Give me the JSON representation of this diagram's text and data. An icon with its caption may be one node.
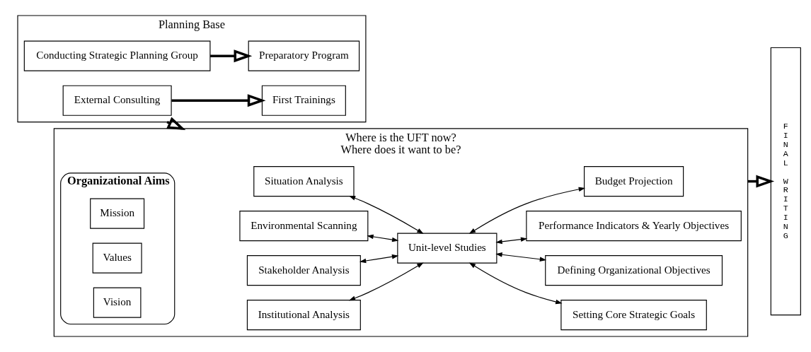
{
  "diagram": {
    "nodes": [
      {
        "text": [
          "Planning Base"
        ]
      },
      {
        "text": [
          "Conducting Strategic Planning Group"
        ],
        "in": 0
      },
      {
        "text": [
          "Preparatory Program"
        ],
        "in": 0
      },
      {
        "text": [
          "First Trainings"
        ],
        "in": 0
      },
      {
        "text": [
          "External Consulting"
        ],
        "in": 0
      },
      {
        "text": [
          "Where is the UFT now?",
          "Where does it want to be?"
        ]
      },
      {
        "text": [
          "Organizational Aims"
        ],
        "in": 5
      },
      {
        "text": [
          "Mission"
        ],
        "in": 6
      },
      {
        "text": [
          "Values"
        ],
        "in": 6
      },
      {
        "text": [
          "Vision"
        ],
        "in": 6
      },
      {
        "text": [
          "Situation Analysis"
        ],
        "in": 5
      },
      {
        "text": [
          "Environmental Scanning"
        ],
        "in": 5
      },
      {
        "text": [
          "Stakeholder Analysis"
        ],
        "in": 5
      },
      {
        "text": [
          "Institutional Analysis"
        ],
        "in": 5
      },
      {
        "text": [
          "Unit-level Studies"
        ],
        "in": 5
      },
      {
        "text": [
          "Setting Core Strategic Goals"
        ],
        "in": 5
      },
      {
        "text": [
          "Defining Organizational Objectives"
        ],
        "in": 5
      },
      {
        "text": [
          "Performance Indicators & Yearly Objectives"
        ],
        "in": 5
      },
      {
        "text": [
          "Budget Projection"
        ],
        "in": 5
      },
      {
        "text": [
          "FINAL WRITING"
        ]
      }
    ],
    "edges": [
      {
        "from": 1,
        "to": 2,
        "arrow": "to",
        "style": "thick"
      },
      {
        "from": 4,
        "to": 3,
        "arrow": "to",
        "style": "thick"
      },
      {
        "from": 0,
        "to": 5,
        "arrow": "to",
        "style": "thick"
      },
      {
        "from": 5,
        "to": 19,
        "arrow": "to",
        "style": "thick"
      },
      {
        "from": 10,
        "to": 14,
        "arrow": "both"
      },
      {
        "from": 11,
        "to": 14,
        "arrow": "both"
      },
      {
        "from": 12,
        "to": 14,
        "arrow": "both"
      },
      {
        "from": 13,
        "to": 14,
        "arrow": "both"
      },
      {
        "from": 14,
        "to": 15,
        "arrow": "both"
      },
      {
        "from": 14,
        "to": 16,
        "arrow": "both"
      },
      {
        "from": 14,
        "to": 17,
        "arrow": "both"
      },
      {
        "from": 14,
        "to": 18,
        "arrow": "both"
      }
    ]
  }
}
